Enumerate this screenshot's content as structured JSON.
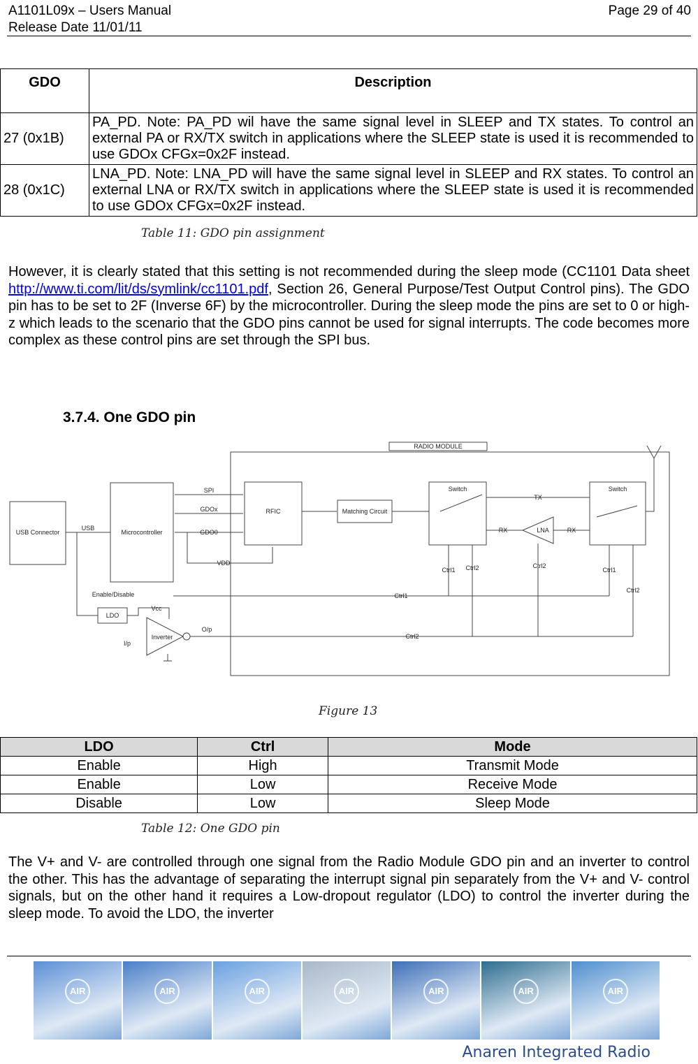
{
  "header": {
    "doc_title": "A1101L09x – Users Manual",
    "release": "Release Date 11/01/11",
    "page": "Page 29 of 40"
  },
  "gdo_table": {
    "col_gdo": "GDO",
    "col_desc": "Description",
    "rows": [
      {
        "code": "27 (0x1B)",
        "desc": "PA_PD. Note: PA_PD wil have the same signal level in SLEEP and TX states. To control an external PA or RX/TX switch in applications where the SLEEP state is used it is recommended to use GDOx CFGx=0x2F instead."
      },
      {
        "code": "28 (0x1C)",
        "desc": "LNA_PD. Note: LNA_PD will have the same signal level in SLEEP and RX states. To control an external LNA or RX/TX switch in applications where the SLEEP state is used it is recommended to use GDOx CFGx=0x2F instead."
      }
    ],
    "caption": "Table 11: GDO pin assignment"
  },
  "para1": {
    "before": "However, it is clearly stated that this setting is not recommended during the sleep mode (CC1101 Data sheet ",
    "link": "http://www.ti.com/lit/ds/symlink/cc1101.pdf",
    "after": ", Section 26, General Purpose/Test Output Control pins). The GDO pin has to be set to 2F (Inverse 6F) by the microcontroller. During the sleep mode the pins are set to 0 or high-z which leads to the scenario that the GDO pins cannot be used for signal interrupts. The code becomes more complex as these control pins are set through the SPI bus."
  },
  "section_title": "3.7.4.  One GDO pin",
  "diagram": {
    "radio_module": "RADIO MODULE",
    "usb_connector": "USB Connector",
    "usb": "USB",
    "microcontroller": "Microcontroller",
    "spi": "SPI",
    "gdox": "GDOx",
    "gdo0": "GDO0",
    "vdd": "VDD",
    "rfic": "RFIC",
    "matching": "Matching Circuit",
    "switch1": "Switch",
    "switch2": "Switch",
    "tx": "TX",
    "rx_left": "RX",
    "rx_right": "RX",
    "lna": "LNA",
    "ctrl1_a": "Ctrl1",
    "ctrl2_a": "Ctrl2",
    "ctrl2_b": "Ctrl2",
    "ctrl1_b": "Ctrl1",
    "ctrl2_c": "Ctrl2",
    "enable_disable": "Enable/Disable",
    "ctrl1_line": "Ctrl1",
    "ldo": "LDO",
    "vcc": "Vcc",
    "inverter": "Inverter",
    "op": "O/p",
    "ip": "I/p",
    "ctrl2_line": "Ctrl2"
  },
  "figure_caption": "Figure 13",
  "mode_table": {
    "headers": [
      "LDO",
      "Ctrl",
      "Mode"
    ],
    "rows": [
      [
        "Enable",
        "High",
        "Transmit Mode"
      ],
      [
        "Enable",
        "Low",
        "Receive Mode"
      ],
      [
        "Disable",
        "Low",
        "Sleep Mode"
      ]
    ],
    "caption": "Table 12: One GDO pin"
  },
  "para2": "The V+ and V- are controlled through one signal from the Radio Module GDO pin and an inverter to control the other. This has the advantage of separating the interrupt signal pin separately from the V+ and V- control signals, but on the other hand it requires a Low-dropout regulator (LDO) to control the inverter during the sleep mode.  To avoid the LDO, the inverter",
  "footer": {
    "tile_label": "AIR",
    "tile_colors": [
      "#5c8fd6",
      "#4a7fc9",
      "#6aa1e0",
      "#a9b8c8",
      "#3e6fb8",
      "#2e6d8f",
      "#4f8fcf"
    ],
    "brand": "Anaren Integrated Radio"
  }
}
